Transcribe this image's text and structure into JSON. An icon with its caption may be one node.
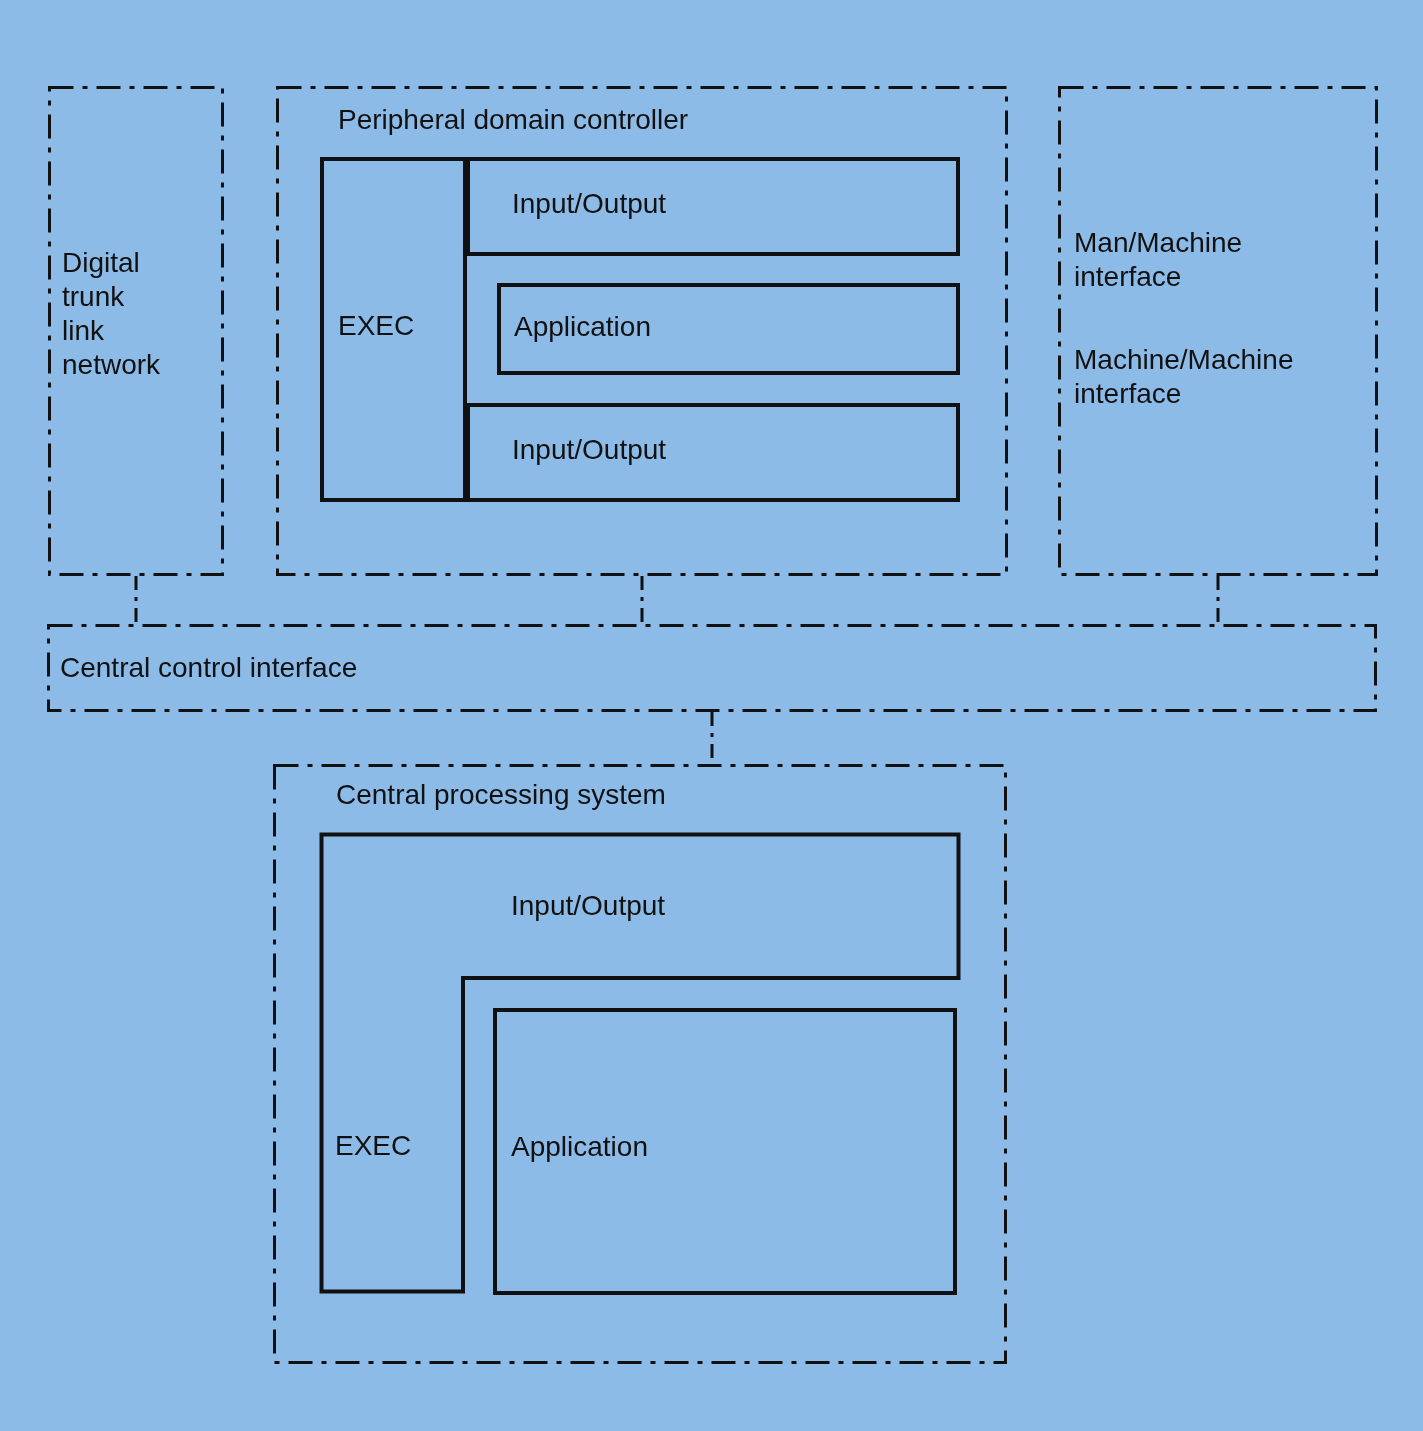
{
  "diagram": {
    "nodes": [
      {
        "text": [
          "Digital trunk link network"
        ]
      },
      {
        "text": [
          "Peripheral domain controller"
        ]
      },
      {
        "text": [
          "EXEC"
        ],
        "in": 1
      },
      {
        "text": [
          "Input/Output"
        ],
        "in": 1
      },
      {
        "text": [
          "Application"
        ],
        "in": 1
      },
      {
        "text": [
          "Input/Output"
        ],
        "in": 1
      },
      {
        "text": [
          "Man/Machine interface",
          "Machine/Machine interface"
        ]
      },
      {
        "text": [
          "Central control interface"
        ]
      },
      {
        "text": [
          "Central processing system"
        ]
      },
      {
        "text": [
          "Input/Output",
          "EXEC"
        ],
        "in": 8
      },
      {
        "text": [
          "Application"
        ],
        "in": 8
      }
    ],
    "edges": [
      {
        "from": 0,
        "to": 7,
        "arrow": "none",
        "style": "dashed"
      },
      {
        "from": 1,
        "to": 7,
        "arrow": "none",
        "style": "dashed"
      },
      {
        "from": 6,
        "to": 7,
        "arrow": "none",
        "style": "dashed"
      },
      {
        "from": 7,
        "to": 8,
        "arrow": "none",
        "style": "dashed"
      }
    ]
  }
}
